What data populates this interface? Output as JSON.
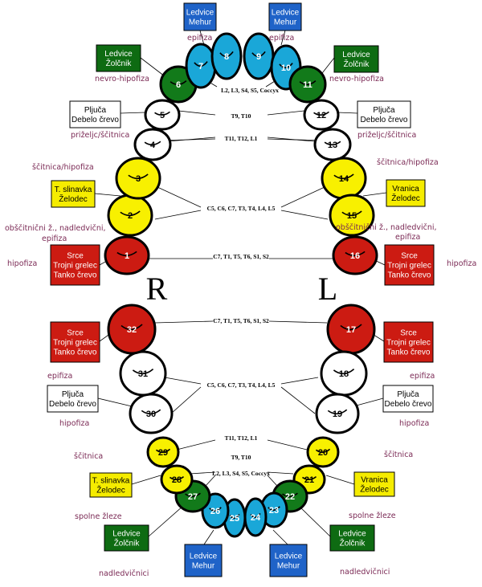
{
  "colors": {
    "blue": "#1aa7d8",
    "green": "#127a1a",
    "yellow": "#f8f000",
    "red": "#cc1b12",
    "white": "#ffffff",
    "box_blue": "#1f63c8",
    "box_green": "#0e6b12",
    "box_yellow": "#f5ec00",
    "box_red": "#cc1b12",
    "gland_text": "#7b2a55"
  },
  "side_letters": {
    "right": "R",
    "left": "L"
  },
  "teeth": [
    {
      "num": "1",
      "color": "red"
    },
    {
      "num": "2",
      "color": "yellow"
    },
    {
      "num": "3",
      "color": "yellow"
    },
    {
      "num": "4",
      "color": "white"
    },
    {
      "num": "5",
      "color": "white"
    },
    {
      "num": "6",
      "color": "green"
    },
    {
      "num": "7",
      "color": "blue"
    },
    {
      "num": "8",
      "color": "blue"
    },
    {
      "num": "9",
      "color": "blue"
    },
    {
      "num": "10",
      "color": "blue"
    },
    {
      "num": "11",
      "color": "green"
    },
    {
      "num": "12",
      "color": "white"
    },
    {
      "num": "13",
      "color": "white"
    },
    {
      "num": "14",
      "color": "yellow"
    },
    {
      "num": "15",
      "color": "yellow"
    },
    {
      "num": "16",
      "color": "red"
    },
    {
      "num": "17",
      "color": "red"
    },
    {
      "num": "18",
      "color": "white"
    },
    {
      "num": "19",
      "color": "white"
    },
    {
      "num": "20",
      "color": "yellow"
    },
    {
      "num": "21",
      "color": "yellow"
    },
    {
      "num": "22",
      "color": "green"
    },
    {
      "num": "23",
      "color": "blue"
    },
    {
      "num": "24",
      "color": "blue"
    },
    {
      "num": "25",
      "color": "blue"
    },
    {
      "num": "26",
      "color": "blue"
    },
    {
      "num": "27",
      "color": "green"
    },
    {
      "num": "28",
      "color": "yellow"
    },
    {
      "num": "29",
      "color": "yellow"
    },
    {
      "num": "30",
      "color": "white"
    },
    {
      "num": "31",
      "color": "white"
    },
    {
      "num": "32",
      "color": "red"
    }
  ],
  "organ_boxes": [
    {
      "id": "upper-left-blue",
      "color": "box_blue",
      "lines": [
        "Ledvice",
        "Mehur"
      ]
    },
    {
      "id": "upper-right-blue",
      "color": "box_blue",
      "lines": [
        "Ledvice",
        "Mehur"
      ]
    },
    {
      "id": "upper-left-green",
      "color": "box_green",
      "lines": [
        "Ledvice",
        "Žolčnik"
      ]
    },
    {
      "id": "upper-right-green",
      "color": "box_green",
      "lines": [
        "Ledvice",
        "Žolčnik"
      ]
    },
    {
      "id": "upper-left-white",
      "color": "white",
      "lines": [
        "Pljuča",
        "Debelo črevo"
      ]
    },
    {
      "id": "upper-right-white",
      "color": "white",
      "lines": [
        "Pljuča",
        "Debelo črevo"
      ]
    },
    {
      "id": "upper-left-yellow",
      "color": "box_yellow",
      "lines": [
        "T. slinavka",
        "Želodec"
      ]
    },
    {
      "id": "upper-right-yellow",
      "color": "box_yellow",
      "lines": [
        "Vranica",
        "Želodec"
      ]
    },
    {
      "id": "upper-left-red",
      "color": "box_red",
      "lines": [
        "Srce",
        "Trojni grelec",
        "Tanko črevo"
      ]
    },
    {
      "id": "upper-right-red",
      "color": "box_red",
      "lines": [
        "Srce",
        "Trojni grelec",
        "Tanko črevo"
      ]
    },
    {
      "id": "lower-left-red",
      "color": "box_red",
      "lines": [
        "Srce",
        "Trojni grelec",
        "Tanko črevo"
      ]
    },
    {
      "id": "lower-right-red",
      "color": "box_red",
      "lines": [
        "Srce",
        "Trojni grelec",
        "Tanko črevo"
      ]
    },
    {
      "id": "lower-left-white",
      "color": "white",
      "lines": [
        "Pljuča",
        "Debelo črevo"
      ]
    },
    {
      "id": "lower-right-white",
      "color": "white",
      "lines": [
        "Pljuča",
        "Debelo črevo"
      ]
    },
    {
      "id": "lower-left-yellow",
      "color": "box_yellow",
      "lines": [
        "T. slinavka",
        "Želodec"
      ]
    },
    {
      "id": "lower-right-yellow",
      "color": "box_yellow",
      "lines": [
        "Vranica",
        "Želodec"
      ]
    },
    {
      "id": "lower-left-green",
      "color": "box_green",
      "lines": [
        "Ledvice",
        "Žolčnik"
      ]
    },
    {
      "id": "lower-right-green",
      "color": "box_green",
      "lines": [
        "Ledvice",
        "Žolčnik"
      ]
    },
    {
      "id": "lower-left-blue",
      "color": "box_blue",
      "lines": [
        "Ledvice",
        "Mehur"
      ]
    },
    {
      "id": "lower-right-blue",
      "color": "box_blue",
      "lines": [
        "Ledvice",
        "Mehur"
      ]
    }
  ],
  "gland_labels": [
    {
      "id": "epifiza-ul",
      "text": "epifiza"
    },
    {
      "id": "epifiza-ur",
      "text": "epifiza"
    },
    {
      "id": "nevro-l",
      "text": "nevro-hipofiza"
    },
    {
      "id": "nevro-r",
      "text": "nevro-hipofiza"
    },
    {
      "id": "prizelj-l",
      "text": "priželjc/ščitnica"
    },
    {
      "id": "prizelj-r",
      "text": "priželjc/ščitnica"
    },
    {
      "id": "scit-hipo-l",
      "text": "ščitnica/hipofiza"
    },
    {
      "id": "scit-hipo-r",
      "text": "ščitnica/hipofiza"
    },
    {
      "id": "obscit-l-1",
      "text": "obščitnični ž., nadledvični,"
    },
    {
      "id": "obscit-l-2",
      "text": "epifiza"
    },
    {
      "id": "obscit-r-1",
      "text": "obščitnični ž., nadledvični,"
    },
    {
      "id": "obscit-r-2",
      "text": "epifiza"
    },
    {
      "id": "hipofiza-ul",
      "text": "hipofiza"
    },
    {
      "id": "hipofiza-ur",
      "text": "hipofiza"
    },
    {
      "id": "epifiza-ll",
      "text": "epifiza"
    },
    {
      "id": "epifiza-lr",
      "text": "epifiza"
    },
    {
      "id": "hipofiza-ll",
      "text": "hipofiza"
    },
    {
      "id": "hipofiza-lr",
      "text": "hipofiza"
    },
    {
      "id": "scitnica-ll",
      "text": "ščitnica"
    },
    {
      "id": "scitnica-lr",
      "text": "ščitnica"
    },
    {
      "id": "spolne-ll",
      "text": "spolne žleze"
    },
    {
      "id": "spolne-lr",
      "text": "spolne žleze"
    },
    {
      "id": "nadledv-ll",
      "text": "nadledvičnici"
    },
    {
      "id": "nadledv-lr",
      "text": "nadledvičnici"
    }
  ],
  "spine_labels": [
    {
      "id": "upper-incisors",
      "text": "L2, L3, S4, S5, Coccyx"
    },
    {
      "id": "upper-premolar-1",
      "text": "T9, T10"
    },
    {
      "id": "upper-premolar-2",
      "text": "T11, T12, L1"
    },
    {
      "id": "upper-molars-mid",
      "text": "C5, C6, C7, T3, T4, L4, L5"
    },
    {
      "id": "upper-wisdom",
      "text": "C7, T1, T5, T6, S1, S2"
    },
    {
      "id": "lower-wisdom",
      "text": "C7, T1, T5, T6, S1, S2"
    },
    {
      "id": "lower-molars-mid",
      "text": "C5, C6, C7, T3, T4, L4, L5"
    },
    {
      "id": "lower-premolar-2",
      "text": "T11, T12, L1"
    },
    {
      "id": "lower-premolar-1",
      "text": "T9, T10"
    },
    {
      "id": "lower-incisors",
      "text": "L2, L3, S4, S5, Coccyx"
    }
  ]
}
